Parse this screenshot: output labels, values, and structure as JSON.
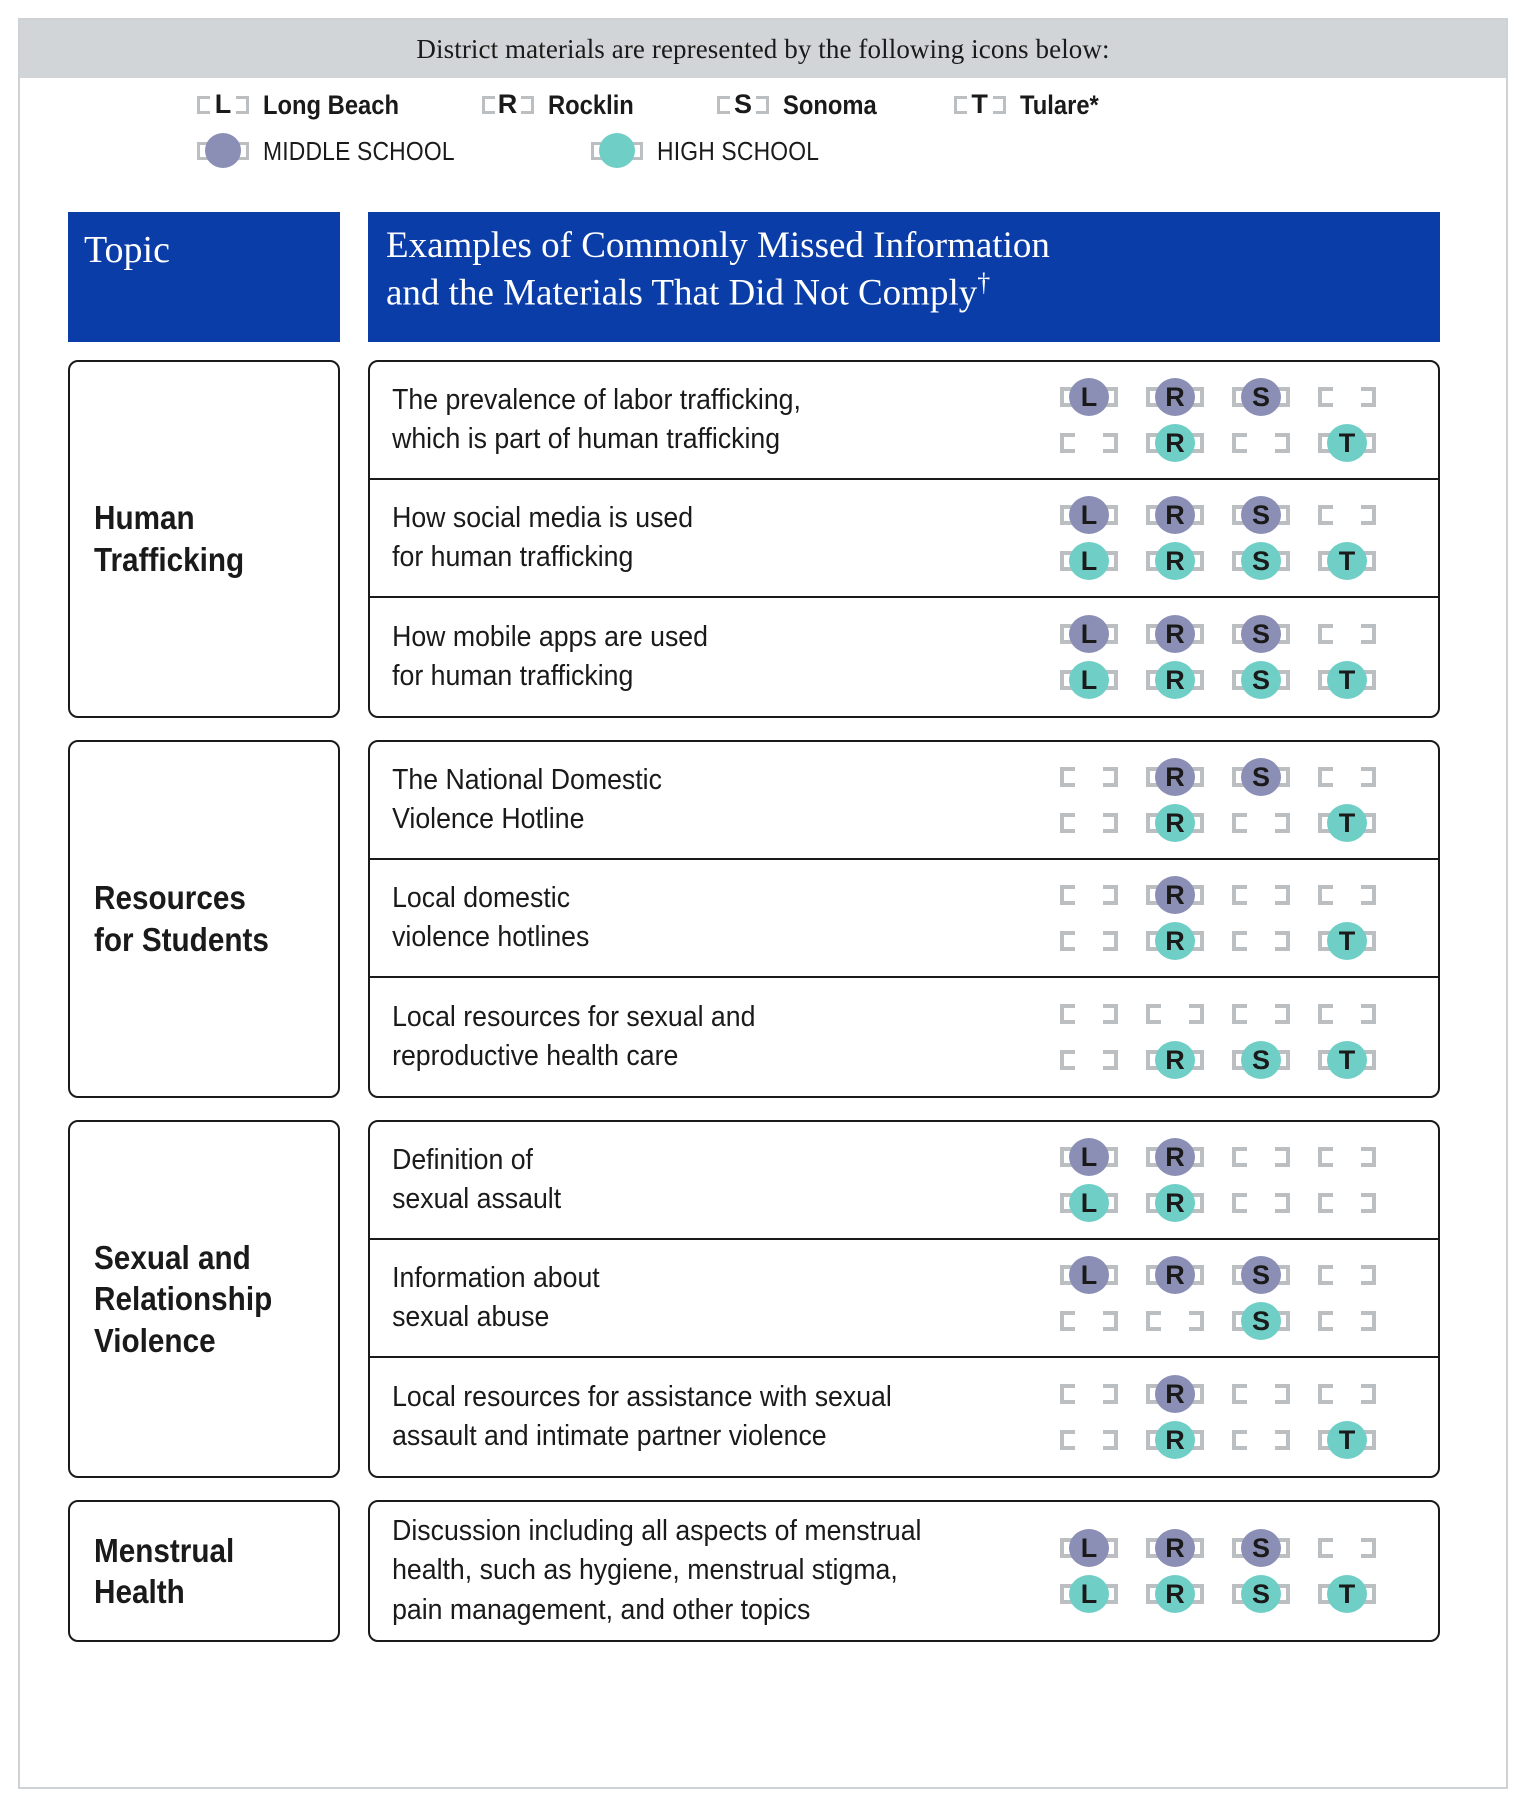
{
  "banner": {
    "text": "District materials are represented by the following icons below:"
  },
  "legend": {
    "districts": [
      {
        "letter": "L",
        "label": "Long Beach",
        "icon": "district-token-L"
      },
      {
        "letter": "R",
        "label": "Rocklin",
        "icon": "district-token-R"
      },
      {
        "letter": "S",
        "label": "Sonoma",
        "icon": "district-token-S"
      },
      {
        "letter": "T",
        "label": "Tulare*",
        "icon": "district-token-T"
      }
    ],
    "levels": [
      {
        "label": "MIDDLE SCHOOL",
        "level": "ms",
        "color": "#8b8fb5",
        "icon": "middle-school-oval-icon"
      },
      {
        "label": "HIGH SCHOOL",
        "level": "hs",
        "color": "#6fcfc6",
        "icon": "high-school-oval-icon"
      }
    ]
  },
  "header": {
    "topic_label": "Topic",
    "examples_line1": "Examples of Commonly Missed Information",
    "examples_line2": "and the Materials That Did Not Comply",
    "examples_dagger": "†",
    "bg_color": "#0a3da8"
  },
  "colors": {
    "header_blue": "#0a3da8",
    "middle_school": "#8b8fb5",
    "high_school": "#6fcfc6",
    "bracket_gray": "#bcbfc2",
    "banner_gray": "#d2d5d7",
    "outline": "#1a1a1a"
  },
  "columns": [
    "L",
    "R",
    "S",
    "T"
  ],
  "sections": [
    {
      "topic": "Human\nTrafficking",
      "rows": [
        {
          "text": "The prevalence of labor trafficking,\nwhich is part of human trafficking",
          "middle_school": [
            {
              "letter": "L",
              "filled": true
            },
            {
              "letter": "R",
              "filled": true
            },
            {
              "letter": "S",
              "filled": true
            },
            {
              "letter": "T",
              "filled": false
            }
          ],
          "high_school": [
            {
              "letter": "L",
              "filled": false
            },
            {
              "letter": "R",
              "filled": true
            },
            {
              "letter": "S",
              "filled": false
            },
            {
              "letter": "T",
              "filled": true
            }
          ]
        },
        {
          "text": "How social media is used\nfor human trafficking",
          "middle_school": [
            {
              "letter": "L",
              "filled": true
            },
            {
              "letter": "R",
              "filled": true
            },
            {
              "letter": "S",
              "filled": true
            },
            {
              "letter": "T",
              "filled": false
            }
          ],
          "high_school": [
            {
              "letter": "L",
              "filled": true
            },
            {
              "letter": "R",
              "filled": true
            },
            {
              "letter": "S",
              "filled": true
            },
            {
              "letter": "T",
              "filled": true
            }
          ]
        },
        {
          "text": "How mobile apps are used\nfor human trafficking",
          "middle_school": [
            {
              "letter": "L",
              "filled": true
            },
            {
              "letter": "R",
              "filled": true
            },
            {
              "letter": "S",
              "filled": true
            },
            {
              "letter": "T",
              "filled": false
            }
          ],
          "high_school": [
            {
              "letter": "L",
              "filled": true
            },
            {
              "letter": "R",
              "filled": true
            },
            {
              "letter": "S",
              "filled": true
            },
            {
              "letter": "T",
              "filled": true
            }
          ]
        }
      ]
    },
    {
      "topic": "Resources\nfor Students",
      "rows": [
        {
          "text": "The National Domestic\nViolence Hotline",
          "middle_school": [
            {
              "letter": "L",
              "filled": false
            },
            {
              "letter": "R",
              "filled": true
            },
            {
              "letter": "S",
              "filled": true
            },
            {
              "letter": "T",
              "filled": false
            }
          ],
          "high_school": [
            {
              "letter": "L",
              "filled": false
            },
            {
              "letter": "R",
              "filled": true
            },
            {
              "letter": "S",
              "filled": false
            },
            {
              "letter": "T",
              "filled": true
            }
          ]
        },
        {
          "text": "Local domestic\nviolence hotlines",
          "middle_school": [
            {
              "letter": "L",
              "filled": false
            },
            {
              "letter": "R",
              "filled": true
            },
            {
              "letter": "S",
              "filled": false
            },
            {
              "letter": "T",
              "filled": false
            }
          ],
          "high_school": [
            {
              "letter": "L",
              "filled": false
            },
            {
              "letter": "R",
              "filled": true
            },
            {
              "letter": "S",
              "filled": false
            },
            {
              "letter": "T",
              "filled": true
            }
          ]
        },
        {
          "text": "Local resources for sexual and\nreproductive health care",
          "middle_school": [
            {
              "letter": "L",
              "filled": false
            },
            {
              "letter": "R",
              "filled": false
            },
            {
              "letter": "S",
              "filled": false
            },
            {
              "letter": "T",
              "filled": false
            }
          ],
          "high_school": [
            {
              "letter": "L",
              "filled": false
            },
            {
              "letter": "R",
              "filled": true
            },
            {
              "letter": "S",
              "filled": true
            },
            {
              "letter": "T",
              "filled": true
            }
          ]
        }
      ]
    },
    {
      "topic": "Sexual and\nRelationship\nViolence",
      "rows": [
        {
          "text": "Definition of\nsexual assault",
          "middle_school": [
            {
              "letter": "L",
              "filled": true
            },
            {
              "letter": "R",
              "filled": true
            },
            {
              "letter": "S",
              "filled": false
            },
            {
              "letter": "T",
              "filled": false
            }
          ],
          "high_school": [
            {
              "letter": "L",
              "filled": true
            },
            {
              "letter": "R",
              "filled": true
            },
            {
              "letter": "S",
              "filled": false
            },
            {
              "letter": "T",
              "filled": false
            }
          ]
        },
        {
          "text": "Information about\nsexual abuse",
          "middle_school": [
            {
              "letter": "L",
              "filled": true
            },
            {
              "letter": "R",
              "filled": true
            },
            {
              "letter": "S",
              "filled": true
            },
            {
              "letter": "T",
              "filled": false
            }
          ],
          "high_school": [
            {
              "letter": "L",
              "filled": false
            },
            {
              "letter": "R",
              "filled": false
            },
            {
              "letter": "S",
              "filled": true
            },
            {
              "letter": "T",
              "filled": false
            }
          ]
        },
        {
          "text": "Local resources for assistance with sexual\nassault and intimate partner violence",
          "middle_school": [
            {
              "letter": "L",
              "filled": false
            },
            {
              "letter": "R",
              "filled": true
            },
            {
              "letter": "S",
              "filled": false
            },
            {
              "letter": "T",
              "filled": false
            }
          ],
          "high_school": [
            {
              "letter": "L",
              "filled": false
            },
            {
              "letter": "R",
              "filled": true
            },
            {
              "letter": "S",
              "filled": false
            },
            {
              "letter": "T",
              "filled": true
            }
          ]
        }
      ]
    },
    {
      "topic": "Menstrual\nHealth",
      "rows": [
        {
          "text": "Discussion including all aspects of menstrual\nhealth, such as hygiene, menstrual stigma,\npain management, and other topics",
          "middle_school": [
            {
              "letter": "L",
              "filled": true
            },
            {
              "letter": "R",
              "filled": true
            },
            {
              "letter": "S",
              "filled": true
            },
            {
              "letter": "T",
              "filled": false
            }
          ],
          "high_school": [
            {
              "letter": "L",
              "filled": true
            },
            {
              "letter": "R",
              "filled": true
            },
            {
              "letter": "S",
              "filled": true
            },
            {
              "letter": "T",
              "filled": true
            }
          ]
        }
      ]
    }
  ]
}
